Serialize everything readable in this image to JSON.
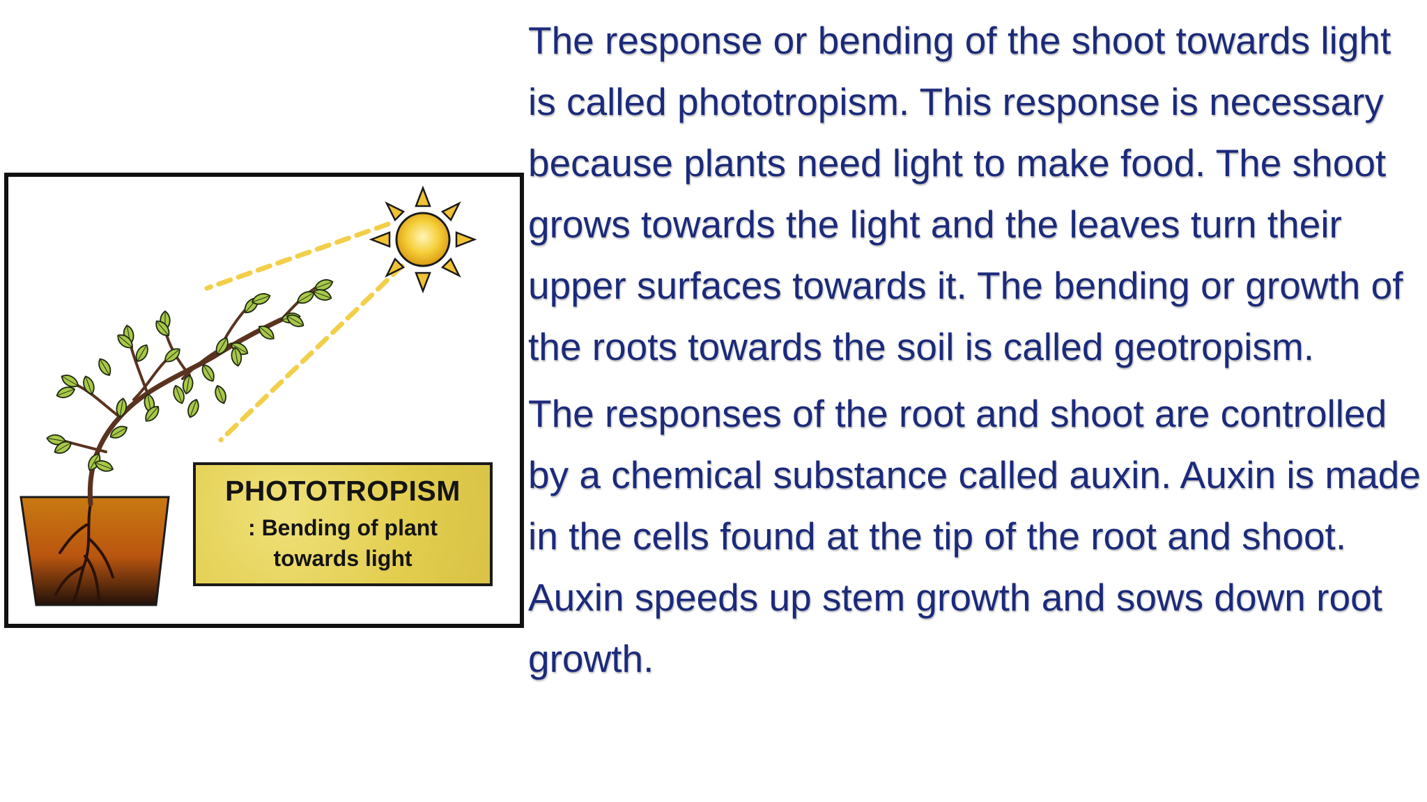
{
  "figure": {
    "label_title": "PHOTOTROPISM",
    "label_subtitle": ": Bending of plant\ntowards light",
    "icons": [
      "sun-icon",
      "plant-icon",
      "flower-pot-icon",
      "light-rays"
    ],
    "colors": {
      "sun": "#f1c232",
      "rays": "#f2cf4a",
      "leaf": "#a8c84a",
      "stem": "#5a3320",
      "pot_top": "#c97a12",
      "pot_bottom": "#2b160c",
      "label_bg": "#e6d35a"
    }
  },
  "text": {
    "paragraph1": "The response or bending of the shoot towards light is called phototropism. This response is necessary because plants need light to make food. The shoot grows towards the light and the leaves turn their upper surfaces towards it. The bending or growth of the roots towards the soil is called geotropism.",
    "paragraph2": "The responses of the root and shoot are controlled by a chemical substance called auxin. Auxin is made in the cells found at the tip of the root and shoot. Auxin speeds up stem growth and sows down root growth.",
    "color": "#1b2a7a"
  }
}
